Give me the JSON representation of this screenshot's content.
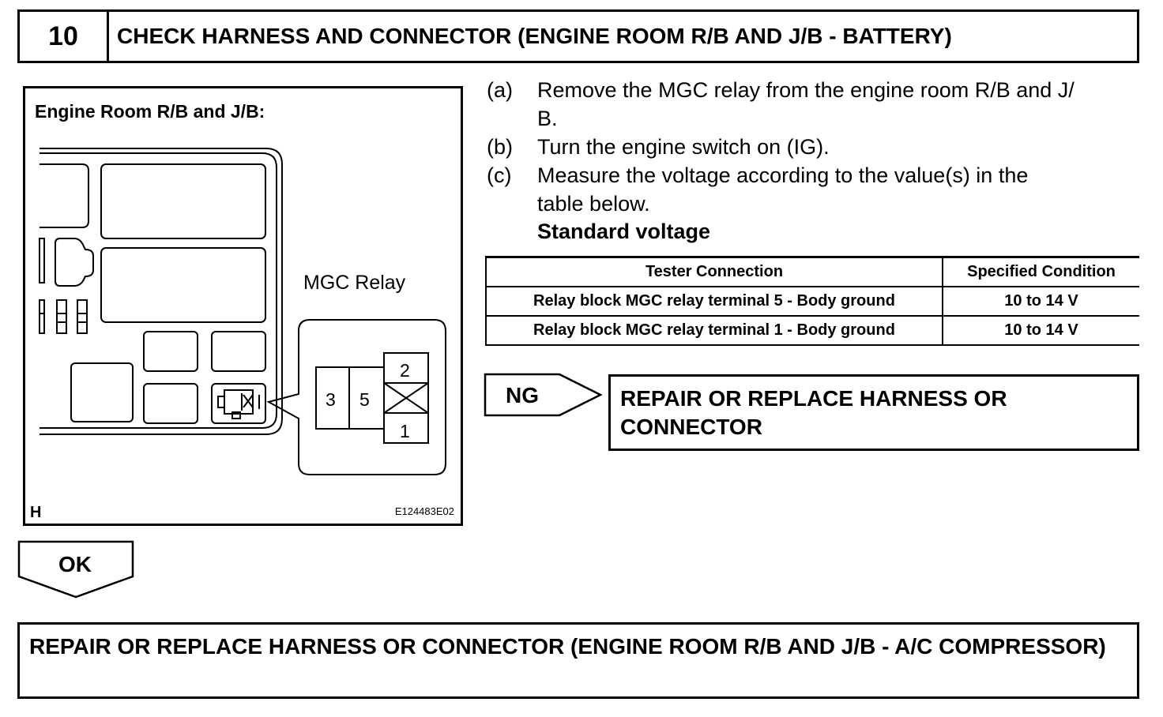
{
  "step": {
    "number": "10",
    "title": "CHECK HARNESS AND CONNECTOR (ENGINE ROOM R/B AND J/B - BATTERY)"
  },
  "figure": {
    "caption": "Engine Room R/B and J/B:",
    "relay_label": "MGC Relay",
    "terminals": [
      "3",
      "5",
      "2",
      "1"
    ],
    "corner_mark": "H",
    "illustration_id": "E124483E02"
  },
  "instructions": [
    {
      "letter": "(a)",
      "lines": [
        "Remove the MGC relay from the engine room R/B and J/",
        "B."
      ]
    },
    {
      "letter": "(b)",
      "lines": [
        "Turn the engine switch on (IG)."
      ]
    },
    {
      "letter": "(c)",
      "lines": [
        "Measure the voltage according to the value(s) in the",
        "table below."
      ]
    }
  ],
  "standard_label": "Standard voltage",
  "table": {
    "headers": [
      "Tester Connection",
      "Specified Condition"
    ],
    "rows": [
      [
        "Relay block MGC relay terminal 5 - Body ground",
        "10 to 14 V"
      ],
      [
        "Relay block MGC relay terminal 1 - Body ground",
        "10 to 14 V"
      ]
    ]
  },
  "ng": {
    "tag": "NG",
    "result": "REPAIR OR REPLACE HARNESS OR CONNECTOR"
  },
  "ok": {
    "tag": "OK",
    "result": "REPAIR OR REPLACE HARNESS OR CONNECTOR (ENGINE ROOM R/B AND J/B - A/C COMPRESSOR)"
  }
}
